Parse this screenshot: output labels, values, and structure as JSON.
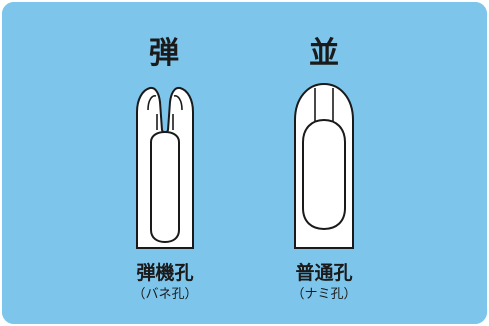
{
  "left": {
    "heading": "弾",
    "label": "弾機孔",
    "sublabel": "（バネ孔）"
  },
  "right": {
    "heading": "並",
    "label": "普通孔",
    "sublabel": "（ナミ孔）"
  },
  "colors": {
    "background": "#7ec5ec",
    "needle_fill": "#ffffff",
    "outline": "#1a1a1a"
  }
}
